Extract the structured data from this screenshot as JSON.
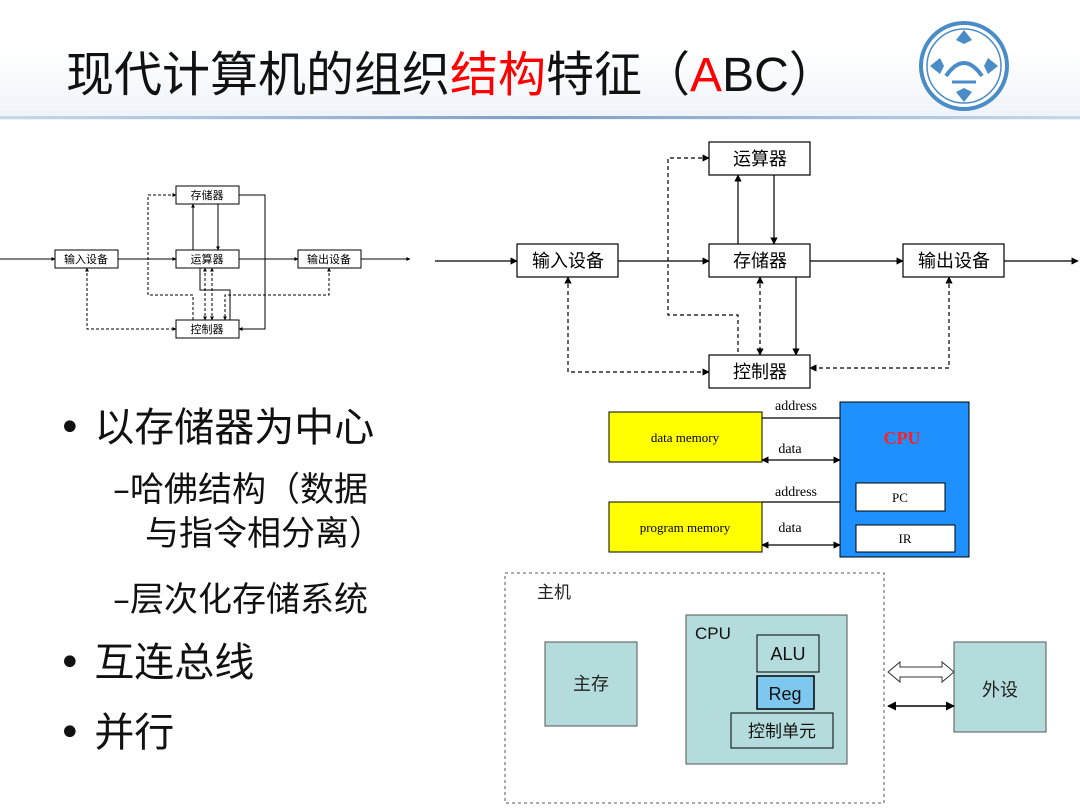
{
  "title": {
    "part1": "现代计算机的组织",
    "part2_red": "结构",
    "part3": "特征（",
    "abc_a": "A",
    "abc_bc": "BC",
    "close_paren": "）"
  },
  "colors": {
    "accent_red": "#ff0000",
    "yellow_box": "#ffff00",
    "cpu_blue": "#1e90ff",
    "teal_box": "#b4dcdc",
    "reg_blue": "#7ec8f0"
  },
  "small_diagram": {
    "storage": "存储器",
    "alu": "运算器",
    "control": "控制器",
    "input": "输入设备",
    "output": "输出设备"
  },
  "large_diagram": {
    "alu": "运算器",
    "storage": "存储器",
    "control": "控制器",
    "input": "输入设备",
    "output": "输出设备"
  },
  "harvard": {
    "data_memory": "data memory",
    "program_memory": "program memory",
    "cpu": "CPU",
    "pc": "PC",
    "ir": "IR",
    "address1": "address",
    "data1": "data",
    "address2": "address",
    "data2": "data"
  },
  "host_diagram": {
    "host": "主机",
    "main_mem": "主存",
    "cpu": "CPU",
    "alu": "ALU",
    "reg": "Reg",
    "control_unit": "控制单元",
    "peripheral": "外设"
  },
  "bullets": [
    {
      "text": "以存储器为中心",
      "subs": [
        "哈佛结构（数据",
        "与指令相分离）",
        "层次化存储系统"
      ]
    },
    {
      "text": "互连总线"
    },
    {
      "text": "并行"
    }
  ],
  "bullet_marker": "•",
  "sub_marker": "–"
}
